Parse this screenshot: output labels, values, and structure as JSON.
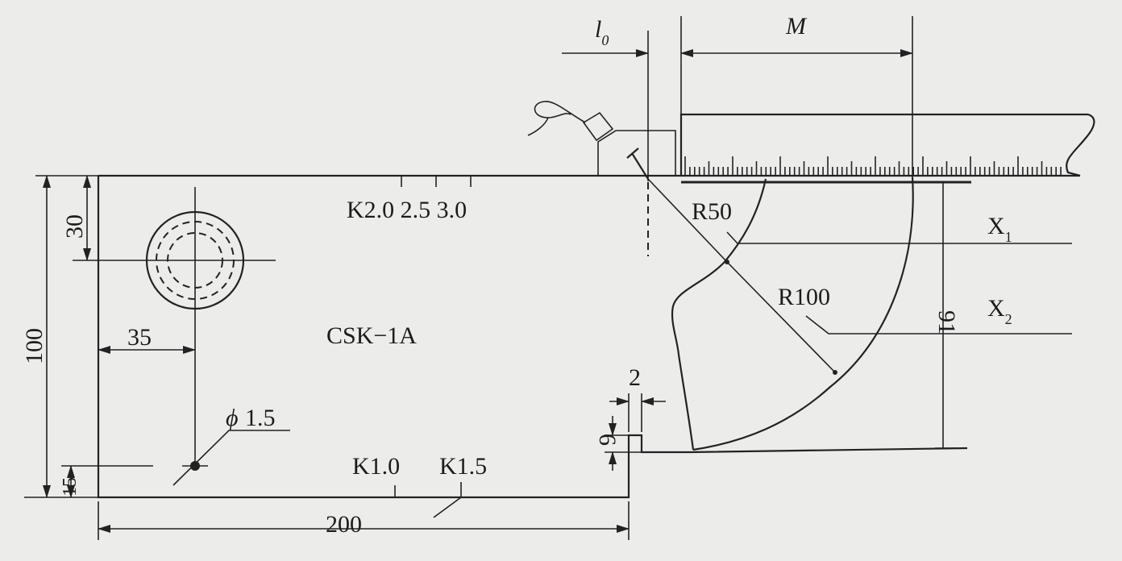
{
  "labels": {
    "block_name": "CSK−1A",
    "l0": "l",
    "l0_sub": "0",
    "m": "M",
    "dim_100": "100",
    "dim_30": "30",
    "dim_35": "35",
    "dim_15": "15",
    "dim_200": "200",
    "dim_91": "91",
    "dim_2": "2",
    "dim_6": "6",
    "phi": "ϕ",
    "phi_val": "1.5",
    "r50": "R50",
    "r100": "R100",
    "x1": "X",
    "x1_sub": "1",
    "x2": "X",
    "x2_sub": "2",
    "k_top": "K2.0 2.5 3.0",
    "k10": "K1.0",
    "k15": "K1.5"
  },
  "colors": {
    "ink": "#222222",
    "paper": "#ecedeb"
  }
}
